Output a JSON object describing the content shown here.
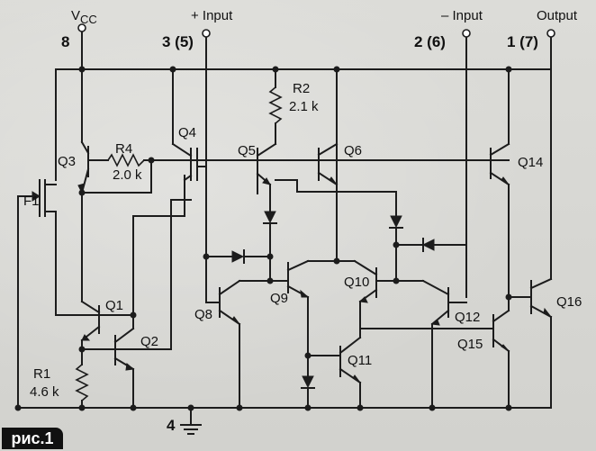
{
  "figure": {
    "tag": "рис.1"
  },
  "pins": {
    "vcc": {
      "number": "8",
      "label": "V",
      "label_sub": "CC"
    },
    "plus_input": {
      "number": "3 (5)",
      "label": "+ Input"
    },
    "minus_input": {
      "number": "2 (6)",
      "label": "– Input"
    },
    "output": {
      "number": "1 (7)",
      "label": "Output"
    },
    "ground": {
      "number": "4"
    }
  },
  "resistors": [
    {
      "name": "R1",
      "value": "4.6 k"
    },
    {
      "name": "R2",
      "value": "2.1 k"
    },
    {
      "name": "R4",
      "value": "2.0 k"
    }
  ],
  "transistors": [
    "Q1",
    "Q2",
    "Q3",
    "Q4",
    "Q5",
    "Q6",
    "Q8",
    "Q9",
    "Q10",
    "Q11",
    "Q12",
    "Q14",
    "Q15",
    "Q16"
  ],
  "fet": "F1"
}
